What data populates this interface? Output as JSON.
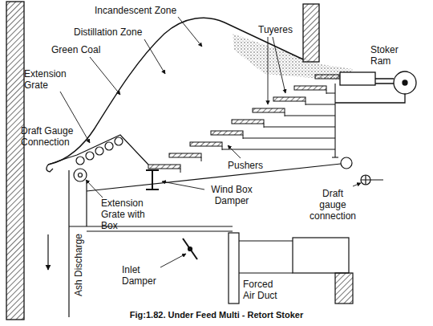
{
  "diagram": {
    "caption": "Fig:1.82. Under Feed Multi - Retort Stoker",
    "labels": [
      "Incandescent Zone",
      "Tuyeres",
      "Stoker Ram",
      "Distillation Zone",
      "Green Coal",
      "Extension Grate",
      "Draft Gauge Connection",
      "Pushers",
      "Wind Box Damper",
      "Draft gauge connection",
      "Extension Grate with Box",
      "Ash Discharge",
      "Inlet Damper",
      "Forced Air Duct"
    ]
  }
}
